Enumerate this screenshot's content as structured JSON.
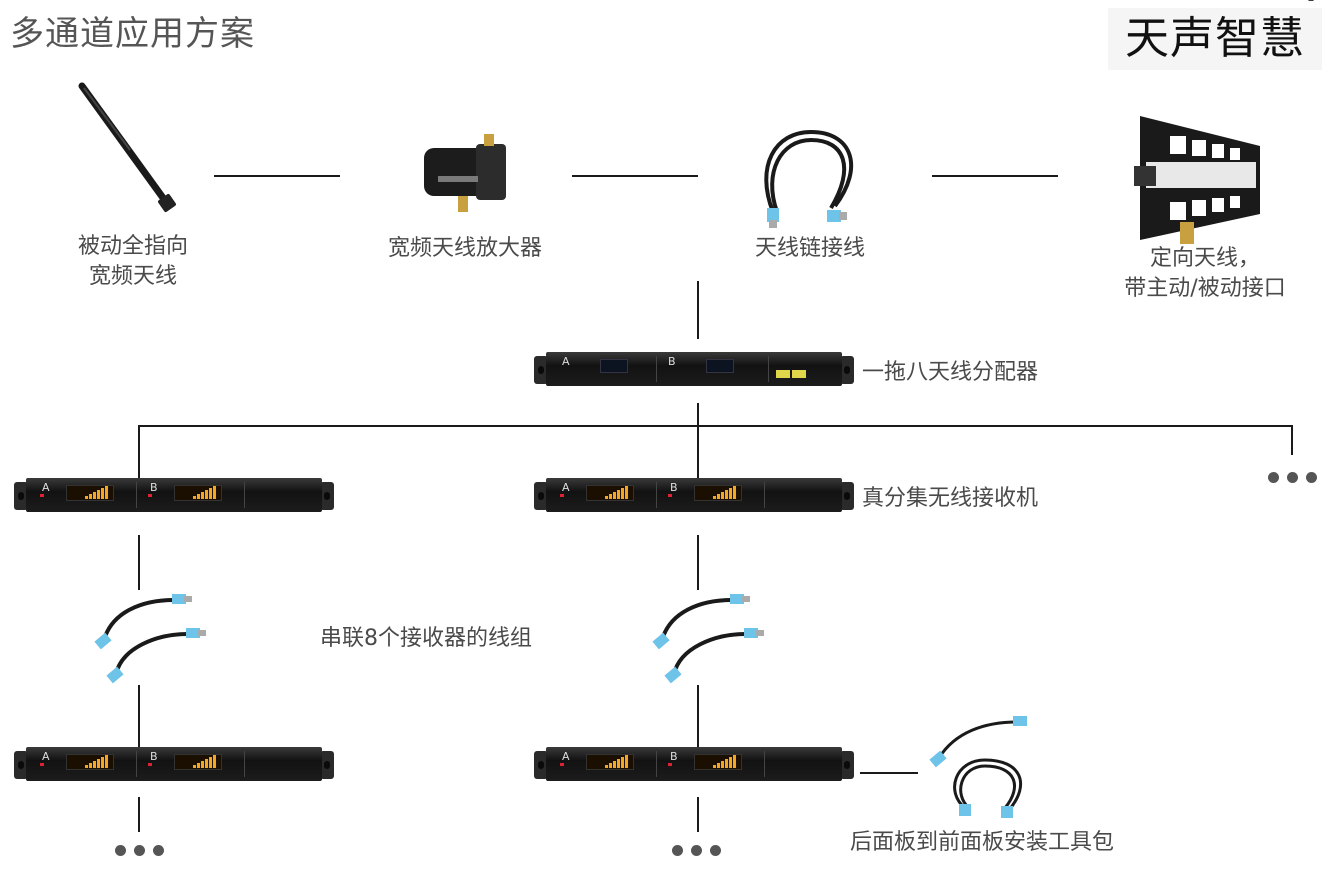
{
  "header": {
    "title": "多通道应用方案"
  },
  "brand": {
    "name": "天声智慧",
    "mark": "®"
  },
  "items": {
    "antenna_omni": {
      "line1": "被动全指向",
      "line2": "宽频天线"
    },
    "amplifier": {
      "label": "宽频天线放大器"
    },
    "cable": {
      "label": "天线链接线"
    },
    "directional": {
      "line1": "定向天线，",
      "line2": "带主动/被动接口"
    },
    "splitter": {
      "label": "一拖八天线分配器"
    },
    "receiver": {
      "label": "真分集无线接收机"
    },
    "daisy_cable": {
      "label": "串联8个接收器的线组"
    },
    "rack_kit": {
      "label": "后面板到前面板安装工具包"
    }
  },
  "rack_text": {
    "ch_a": "A",
    "ch_b": "B"
  },
  "colors": {
    "line": "#1a1a1a",
    "text": "#4a4a4a",
    "connector": "#6ec3e8",
    "display": "#f5a623"
  }
}
